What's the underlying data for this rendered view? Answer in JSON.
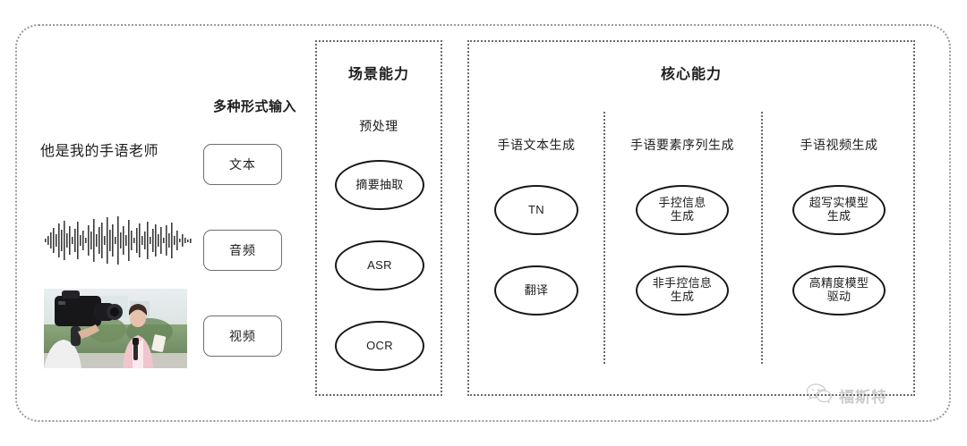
{
  "diagram": {
    "title_hidden": "",
    "input_section": {
      "heading": "多种形式输入",
      "sample_text": "他是我的手语老师",
      "waveform_label": "audio-waveform",
      "photo_label": "camera-filming-reporter-photo",
      "modalities": [
        {
          "label": "文本"
        },
        {
          "label": "音频"
        },
        {
          "label": "视频"
        }
      ]
    },
    "scene_panel": {
      "title": "场景能力",
      "group_label": "预处理",
      "nodes": [
        {
          "label": "摘要抽取"
        },
        {
          "label": "ASR"
        },
        {
          "label": "OCR"
        }
      ]
    },
    "core_panel": {
      "title": "核心能力",
      "columns": [
        {
          "group_label": "手语文本生成",
          "nodes": [
            {
              "line1": "TN",
              "line2": ""
            },
            {
              "line1": "翻译",
              "line2": ""
            }
          ]
        },
        {
          "group_label": "手语要素序列生成",
          "nodes": [
            {
              "line1": "手控信息",
              "line2": "生成"
            },
            {
              "line1": "非手控信息",
              "line2": "生成"
            }
          ]
        },
        {
          "group_label": "手语视频生成",
          "nodes": [
            {
              "line1": "超写实模型",
              "line2": "生成"
            },
            {
              "line1": "高精度模型",
              "line2": "驱动"
            }
          ]
        }
      ]
    },
    "watermark": {
      "icon": "wechat-icon",
      "text": "福斯特"
    },
    "colors": {
      "frame_dots": "#9a9a9a",
      "panel_dots": "#6a6a6a",
      "node_stroke": "#17171a",
      "text": "#1d1d1f",
      "background": "#ffffff"
    }
  }
}
